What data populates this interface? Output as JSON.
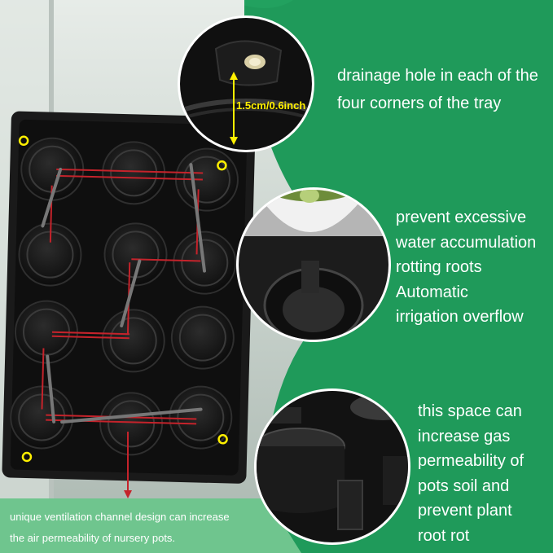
{
  "measurement_label": "1.5cm/0.6inch",
  "callouts": {
    "drainage": [
      "drainage hole in each of the",
      "four corners of the tray"
    ],
    "overflow": [
      "prevent excessive",
      "water accumulation",
      "rotting roots",
      "Automatic",
      "irrigation overflow"
    ],
    "space": [
      "this space can",
      "increase gas",
      "permeability of",
      "pots soil and",
      "prevent plant",
      "root rot"
    ],
    "ventilation": [
      "unique ventilation channel design can increase",
      "the air permeability of nursery pots."
    ]
  },
  "colors": {
    "green": "#1f9a5a",
    "light_green": "#6fc58e",
    "tray": "#161616",
    "arrow_red": "#c5232b",
    "marker_yellow": "#ffef00"
  }
}
